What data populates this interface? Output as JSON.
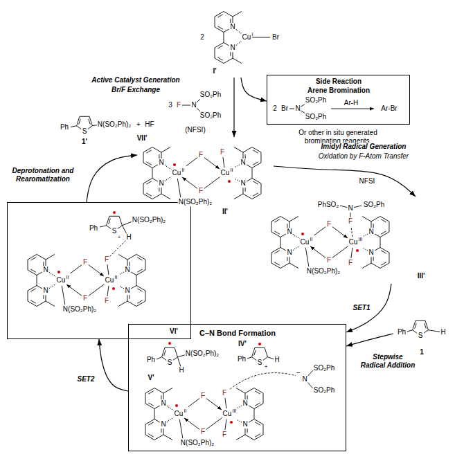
{
  "diagram": {
    "nodes": [
      {
        "text": [
          "I'"
        ]
      },
      {
        "text": [
          "Side Reaction",
          "Arene Bromination"
        ]
      },
      {
        "text": [
          "II'"
        ]
      },
      {
        "text": [
          "III'"
        ]
      },
      {
        "text": [
          "1"
        ]
      },
      {
        "text": [
          "C–N Bond Formation"
        ]
      },
      {
        "text": [
          "V'"
        ],
        "in": 5
      },
      {
        "text": [
          "IV'"
        ],
        "in": 5
      },
      {
        "text": [
          "VI'"
        ]
      },
      {
        "text": [
          "1'"
        ]
      }
    ],
    "edges": [
      {
        "from": 0,
        "to": 2,
        "arrow": "to"
      },
      {
        "from": 0,
        "to": 1,
        "arrow": "to"
      },
      {
        "from": 2,
        "to": 3,
        "arrow": "to"
      },
      {
        "from": 3,
        "to": 5,
        "arrow": "to",
        "label": "SET1"
      },
      {
        "from": 4,
        "to": 5,
        "arrow": "to"
      },
      {
        "from": 5,
        "to": 8,
        "arrow": "to",
        "label": "SET2"
      },
      {
        "from": 8,
        "to": 2,
        "arrow": "to"
      }
    ],
    "labels": [
      "2",
      "N",
      "N",
      "Cu",
      "I",
      "Br",
      "Active Catalyst Generation",
      "Br/F Exchange",
      "3",
      "F",
      "N",
      "SO₂Ph",
      "SO₂Ph",
      "(NFSI)",
      "2",
      "Br",
      "N",
      "SO₂Ph",
      "SO₂Ph",
      "Ar-H",
      "Ar-Br",
      "Or other in situ generated brominating reagents.",
      "Ph",
      "S",
      "N(SO₂Ph)₂",
      "+",
      "HF",
      "VII'",
      "Deprotonation and Rearomatization",
      "N",
      "N",
      "Cu",
      "II",
      "F",
      "F",
      "Cu",
      "II",
      "N",
      "N",
      "F",
      "N(SO₂Ph)₂",
      "Imidyl Radical Generation",
      "Oxidation by F-Atom Transfer",
      "NFSI",
      "PhSO₂",
      "N",
      "SO₂Ph",
      "N",
      "N",
      "Cu",
      "II",
      "F",
      "F",
      "Cu",
      "III",
      "N",
      "N",
      "F",
      "F",
      "N(SO₂Ph)₂",
      "Ph",
      "S",
      "H",
      "Stepwise Radical Addition",
      "Ph",
      "S",
      "H",
      "N(SO₂Ph)₂",
      "Ph",
      "S",
      "+",
      "H",
      "−",
      "N",
      "SO₂Ph",
      "SO₂Ph",
      "N",
      "N",
      "Cu",
      "II",
      "F",
      "F",
      "Cu",
      "III",
      "N",
      "N",
      "F",
      "F",
      "N(SO₂Ph)₂",
      "Ph",
      "S",
      "+",
      "H",
      "N(SO₂Ph)₂",
      "N",
      "N",
      "Cu",
      "II",
      "F",
      "F",
      "Cu",
      "II",
      "N",
      "N",
      "F",
      "F",
      "N(SO₂Ph)₂"
    ]
  }
}
